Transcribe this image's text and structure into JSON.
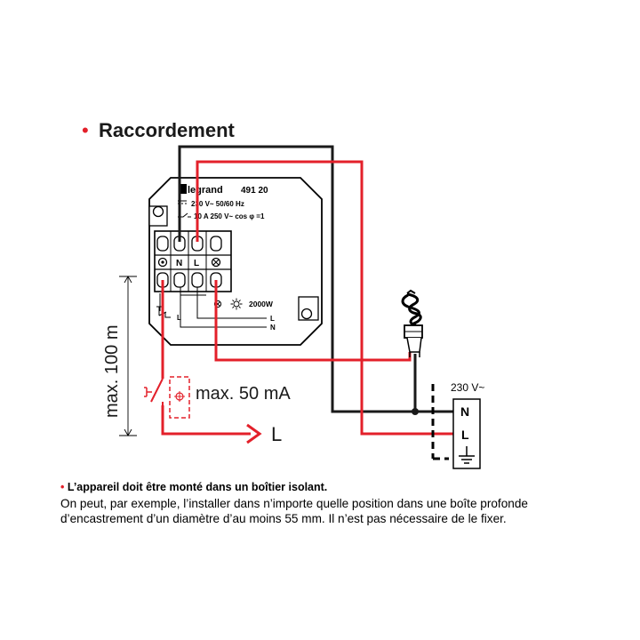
{
  "colors": {
    "wire_red": "#e3202a",
    "wire_black": "#1a1a1a",
    "ink": "#000000"
  },
  "heading": {
    "bullet": "•",
    "title": "Raccordement"
  },
  "device": {
    "brand": "legrand",
    "model": "491 20",
    "rating_line1": "230 V~ 50/60 Hz",
    "rating_line2": "10 A 250 V~ cos φ =1",
    "terminal_n": "N",
    "terminal_l": "L",
    "load_power": "2000W",
    "out_l": "L",
    "out_n": "N",
    "push_label": "L"
  },
  "annotations": {
    "height_limit": "max. 100 m",
    "current_limit": "max. 50 mA",
    "wire_l": "L"
  },
  "supply": {
    "voltage": "230 V~",
    "terminal_n": "N",
    "terminal_l": "L"
  },
  "note": {
    "bullet": "•",
    "title": "L’appareil doit être monté dans un boîtier isolant.",
    "lines": [
      "On peut, par exemple, l’installer dans n’importe quelle position dans une boîte profonde",
      "d’encastrement d’un diamètre d’au moins 55 mm. Il n’est pas nécessaire de le fixer."
    ]
  }
}
